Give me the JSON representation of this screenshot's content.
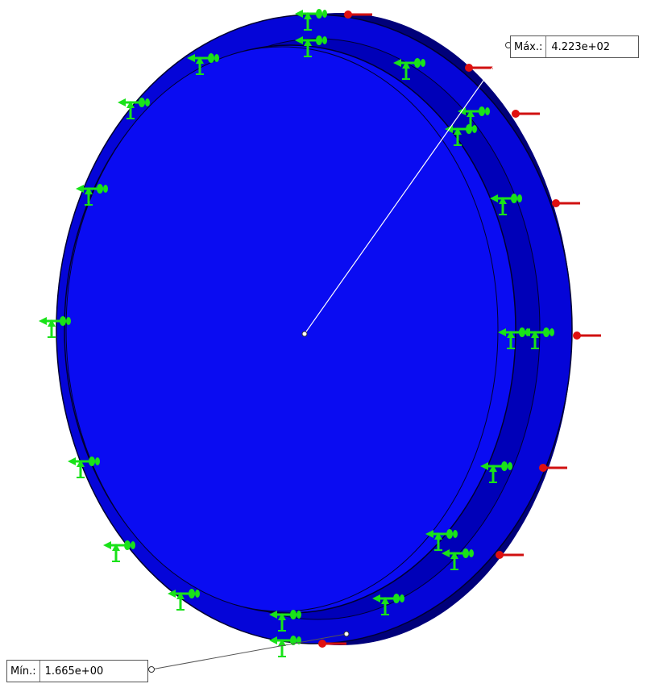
{
  "results": {
    "max": {
      "label": "Máx.:",
      "value": "4.223e+02"
    },
    "min": {
      "label": "Mín.:",
      "value": "1.665e+00"
    }
  },
  "colors": {
    "part_face": "#0a0cf2",
    "part_rim": "#0000c8",
    "part_side": "#00007a",
    "fixture_arrow": "#19e219",
    "load_arrow": "#e01010",
    "leader_line": "#ffffff"
  },
  "icons": {
    "fixture": "green-fixture-arrow-icon",
    "load": "red-load-arrow-icon"
  }
}
